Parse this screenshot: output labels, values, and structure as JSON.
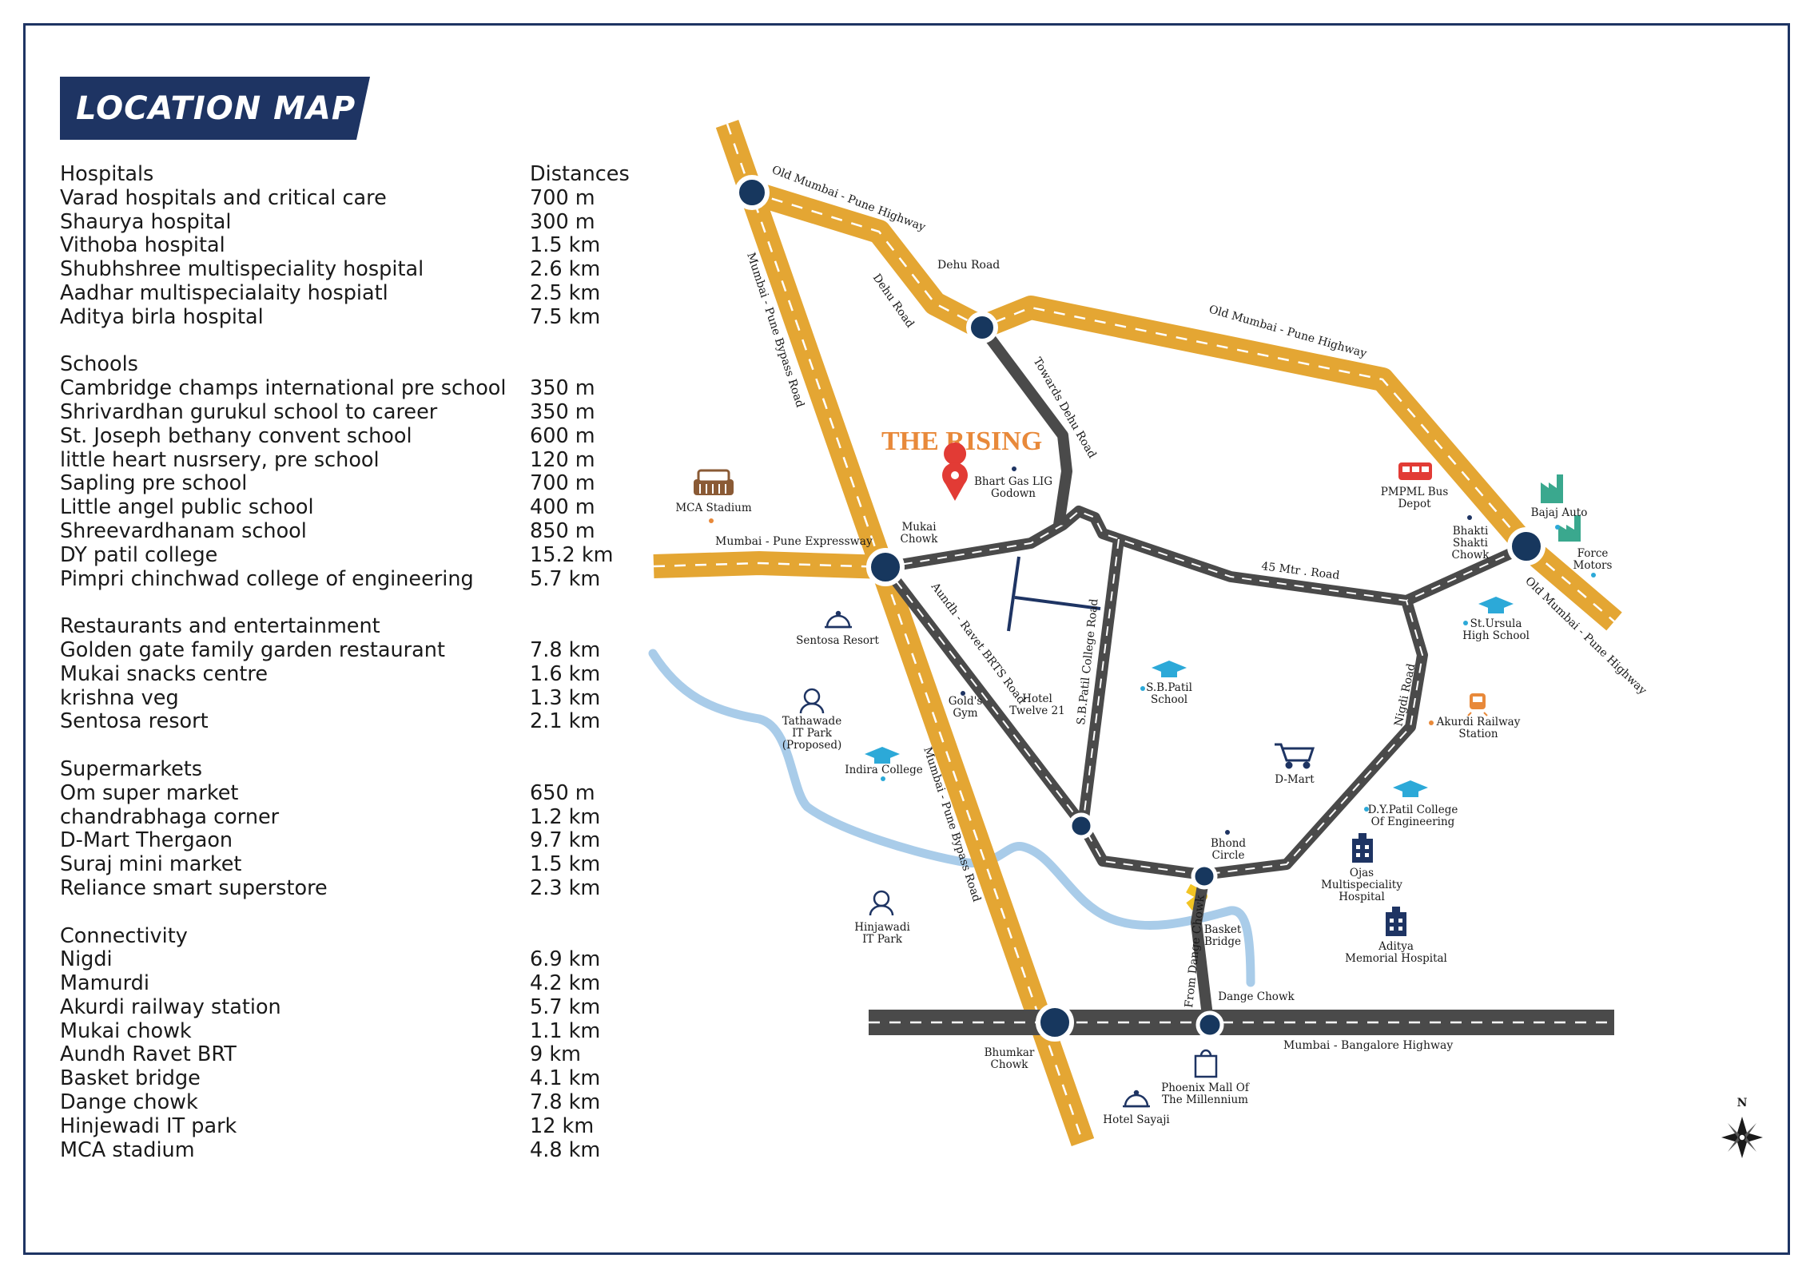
{
  "title": "LOCATION MAP",
  "headers": {
    "category": "Hospitals",
    "distance": "Distances"
  },
  "sections": [
    {
      "heading": "Hospitals",
      "items": [
        {
          "name": "Varad hospitals and critical care",
          "distance": "700 m"
        },
        {
          "name": "Shaurya hospital",
          "distance": "300 m"
        },
        {
          "name": "Vithoba hospital",
          "distance": "1.5 km"
        },
        {
          "name": "Shubhshree multispeciality hospital",
          "distance": "2.6 km"
        },
        {
          "name": "Aadhar multispecialaity hospiatl",
          "distance": "2.5 km"
        },
        {
          "name": "Aditya birla hospital",
          "distance": "7.5 km"
        }
      ]
    },
    {
      "heading": "Schools",
      "items": [
        {
          "name": "Cambridge champs international pre school",
          "distance": "350 m"
        },
        {
          "name": "Shrivardhan gurukul school to career",
          "distance": "350 m"
        },
        {
          "name": "St. Joseph bethany convent school",
          "distance": "600 m"
        },
        {
          "name": "little heart nusrsery, pre school",
          "distance": "120 m"
        },
        {
          "name": "Sapling pre school",
          "distance": "700 m"
        },
        {
          "name": "Little angel public school",
          "distance": "400 m"
        },
        {
          "name": "Shreevardhanam school",
          "distance": "850 m"
        },
        {
          "name": "DY patil college",
          "distance": "15.2 km"
        },
        {
          "name": "Pimpri chinchwad college of engineering",
          "distance": "5.7 km"
        }
      ]
    },
    {
      "heading": "Restaurants and entertainment",
      "items": [
        {
          "name": "Golden gate family garden restaurant",
          "distance": "7.8 km"
        },
        {
          "name": "Mukai snacks centre",
          "distance": "1.6 km"
        },
        {
          "name": "krishna veg",
          "distance": "1.3 km"
        },
        {
          "name": "Sentosa resort",
          "distance": "2.1 km"
        }
      ]
    },
    {
      "heading": "Supermarkets",
      "items": [
        {
          "name": "Om super market",
          "distance": "650 m"
        },
        {
          "name": "chandrabhaga corner",
          "distance": "1.2 km"
        },
        {
          "name": "D-Mart Thergaon",
          "distance": "9.7 km"
        },
        {
          "name": "Suraj mini market",
          "distance": "1.5 km"
        },
        {
          "name": "Reliance smart superstore",
          "distance": "2.3 km"
        }
      ]
    },
    {
      "heading": "Connectivity",
      "items": [
        {
          "name": "Nigdi",
          "distance": "6.9 km"
        },
        {
          "name": "Mamurdi",
          "distance": "4.2 km"
        },
        {
          "name": "Akurdi railway station",
          "distance": "5.7 km"
        },
        {
          "name": "Mukai chowk",
          "distance": "1.1 km"
        },
        {
          "name": "Aundh Ravet BRT",
          "distance": "9 km"
        },
        {
          "name": "Basket bridge",
          "distance": "4.1 km"
        },
        {
          "name": "Dange chowk",
          "distance": "7.8 km"
        },
        {
          "name": "Hinjewadi IT park",
          "distance": "12 km"
        },
        {
          "name": "MCA stadium",
          "distance": "4.8 km"
        }
      ]
    }
  ],
  "map": {
    "project": "THE RISING",
    "north": "N",
    "roads": {
      "old_mumbai_pune_top": "Old Mumbai - Pune Highway",
      "old_mumbai_pune_right": "Old Mumbai - Pune Highway",
      "old_mumbai_pune_se": "Old Mumbai - Pune Highway",
      "bypass_upper": "Mumbai - Pune Bypass Road",
      "bypass_lower": "Mumbai - Pune Bypass Road",
      "expressway": "Mumbai - Pune Expressway",
      "dehu_road_a": "Dehu Road",
      "dehu_road_b": "Dehu Road",
      "towards_dehu": "Towards Dehu Road",
      "brts": "Aundh - Ravet BRTS Road",
      "sb_patil": "S.B.Patil College Road",
      "mtr45": "45 Mtr . Road",
      "nigdi": "Nigdi Road",
      "bangalore": "Mumbai - Bangalore Highway",
      "from_dange": "From Dange Chowk"
    },
    "places": {
      "mca_stadium": "MCA Stadium",
      "mukai_chowk": [
        "Mukai",
        "Chowk"
      ],
      "bhart_gas": [
        "Bhart Gas LIG",
        "Godown"
      ],
      "pmpml": [
        "PMPML Bus",
        "Depot"
      ],
      "bhakti": [
        "Bhakti",
        "Shakti",
        "Chowk"
      ],
      "bajaj": "Bajaj Auto",
      "force": [
        "Force",
        "Motors"
      ],
      "ursula": [
        "St.Ursula",
        "High School"
      ],
      "sentosa": "Sentosa Resort",
      "tathawade": [
        "Tathawade",
        "IT Park",
        "(Proposed)"
      ],
      "golds": [
        "Gold's",
        "Gym"
      ],
      "twelve": [
        "Hotel",
        "Twelve 21"
      ],
      "sbpatil_school": [
        "S.B.Patil",
        "School"
      ],
      "akurdi": [
        "Akurdi Railway",
        "Station"
      ],
      "dmart": "D-Mart",
      "indira": "Indira College",
      "dypatil": [
        "D.Y.Patil College",
        "Of Engineering"
      ],
      "bhond": [
        "Bhond",
        "Circle"
      ],
      "ojas": [
        "Ojas",
        "Multispeciality",
        "Hospital"
      ],
      "hinjawadi": [
        "Hinjawadi",
        "IT Park"
      ],
      "basket": [
        "Basket",
        "Bridge"
      ],
      "aditya": [
        "Aditya",
        "Memorial Hospital"
      ],
      "dange": "Dange Chowk",
      "bhumkar": [
        "Bhumkar",
        "Chowk"
      ],
      "phoenix": [
        "Phoenix Mall Of",
        "The Millennium"
      ],
      "sayaji": "Hotel Sayaji"
    },
    "colors": {
      "highway": "#e4a633",
      "road": "#4a4a4a",
      "river": "#a9cce9",
      "node": "#17375e",
      "accent": "#e8893a",
      "pin": "#e23b35",
      "teal": "#3aa88e",
      "cyan": "#2ca9d8",
      "navy": "#1e3463"
    }
  }
}
